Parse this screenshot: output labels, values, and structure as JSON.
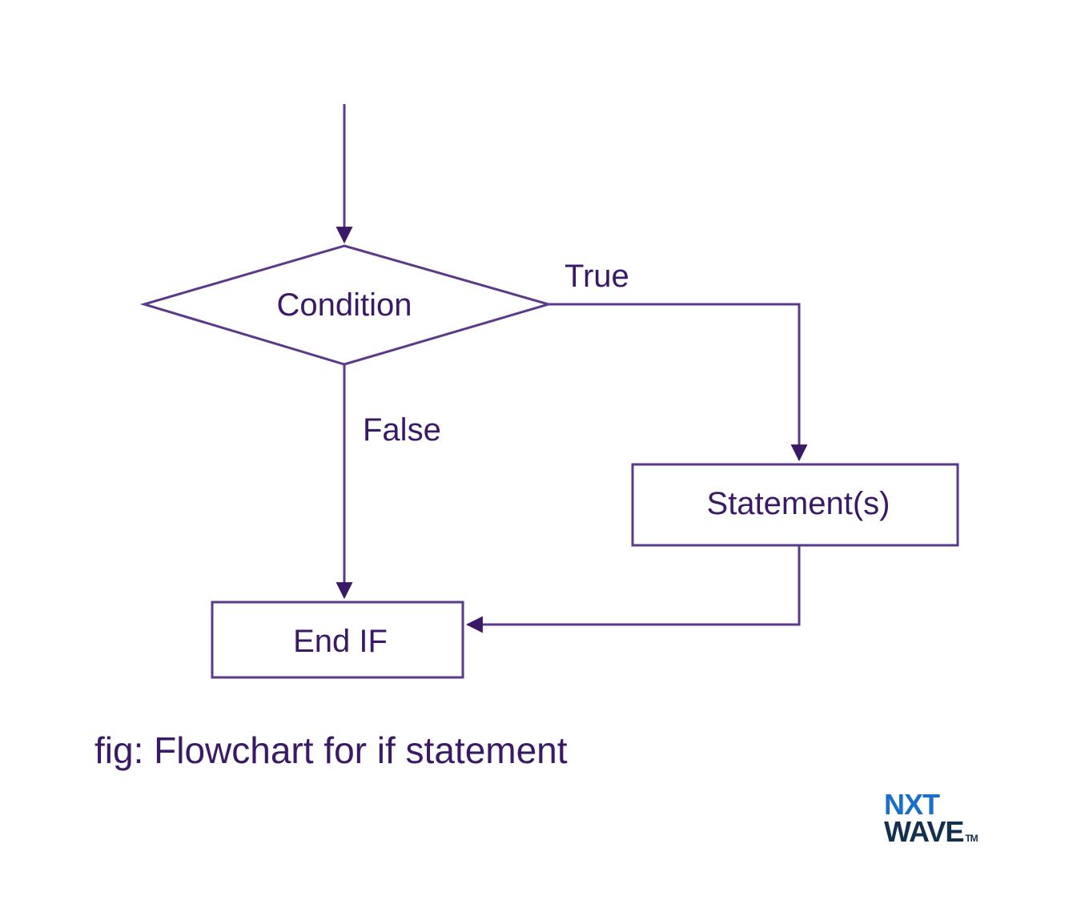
{
  "diagram": {
    "nodes": {
      "condition": {
        "label": "Condition",
        "shape": "diamond"
      },
      "statements": {
        "label": "Statement(s)",
        "shape": "rectangle"
      },
      "end_if": {
        "label": "End IF",
        "shape": "rectangle"
      }
    },
    "edges": [
      {
        "from": "start",
        "to": "condition",
        "label": ""
      },
      {
        "from": "condition",
        "to": "statements",
        "label": "True"
      },
      {
        "from": "condition",
        "to": "end_if",
        "label": "False"
      },
      {
        "from": "statements",
        "to": "end_if",
        "label": ""
      }
    ],
    "edge_labels": {
      "true": "True",
      "false": "False"
    },
    "caption": "fig: Flowchart for if statement",
    "colors": {
      "stroke": "#5b3a8c",
      "text": "#3a1a66"
    }
  },
  "logo": {
    "line1": "NXT",
    "line2": "WAVE",
    "tm": "TM"
  }
}
